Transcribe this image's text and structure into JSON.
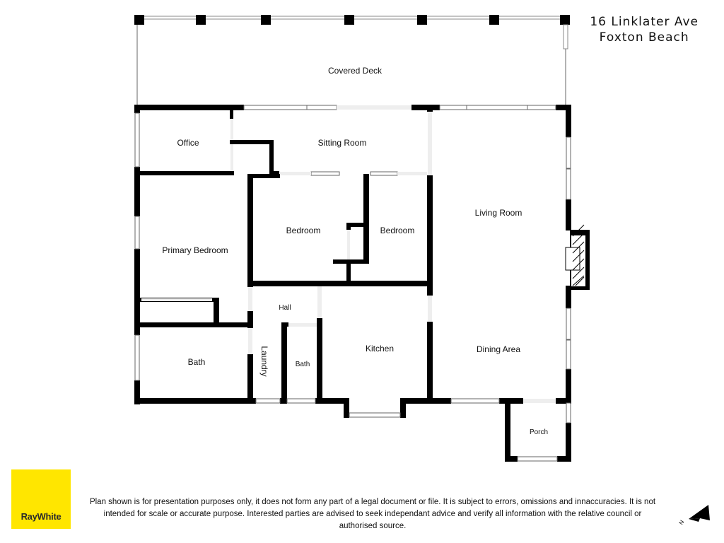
{
  "address": {
    "line1": "16 Linklater Ave",
    "line2": "Foxton Beach"
  },
  "rooms": {
    "covered_deck": "Covered Deck",
    "office": "Office",
    "sitting_room": "Sitting Room",
    "living_room": "Living Room",
    "bedroom_1": "Bedroom",
    "bedroom_2": "Bedroom",
    "primary_bedroom": "Primary Bedroom",
    "hall": "Hall",
    "laundry": "Laundry",
    "bath_small": "Bath",
    "bath_main": "Bath",
    "kitchen": "Kitchen",
    "dining_area": "Dining Area",
    "porch": "Porch"
  },
  "logo": {
    "text": "RayWhite",
    "color": "#ffe600"
  },
  "disclaimer": "Plan shown is for presentation purposes only, it does not form any part of a legal document or file. It is subject to errors, omissions and innaccuracies. It is not intended for scale or accurate purpose. Interested parties are advised to seek independant advice and verify all information with the relative council or authorised source.",
  "compass": {
    "label": "N"
  },
  "colors": {
    "wall": "#000000",
    "window": "#ffffff",
    "opening": "#eeeeee"
  }
}
